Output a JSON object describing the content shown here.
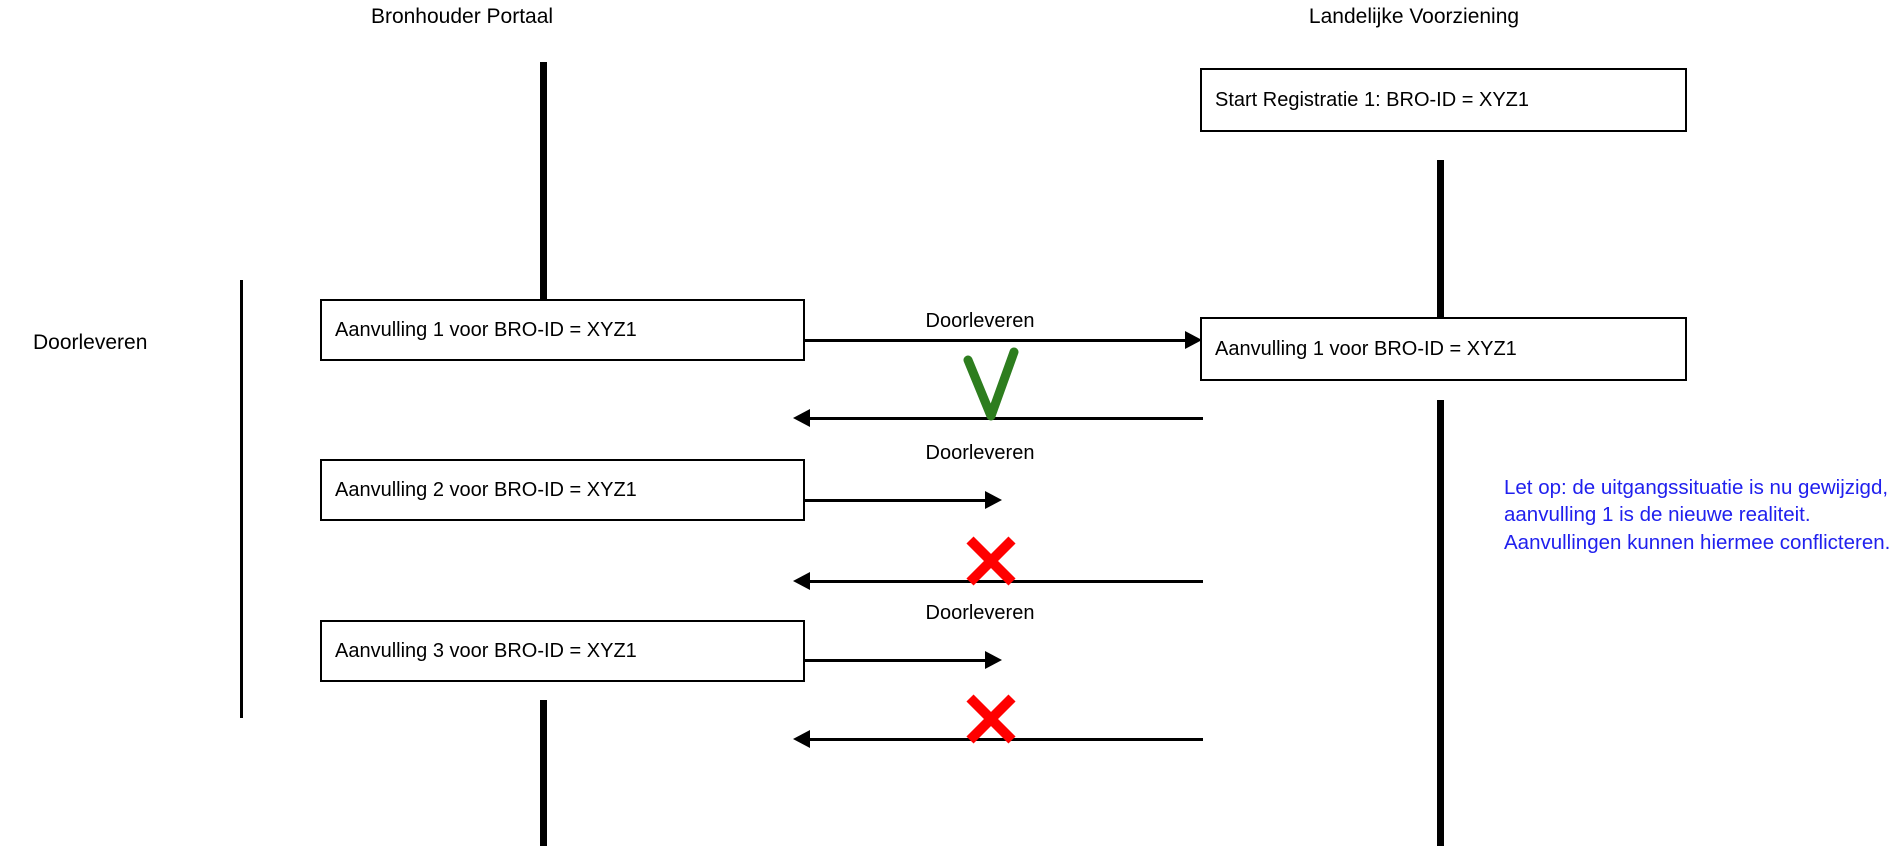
{
  "diagram": {
    "type": "sequence-diagram",
    "title_visible": false,
    "colors": {
      "stroke": "#000000",
      "background": "#ffffff",
      "ok_mark": "#2d7d1e",
      "fail_mark": "#ff0000",
      "note_text": "#2020ee"
    },
    "lanes": [
      {
        "id": "bronhouder",
        "title": "Bronhouder Portaal"
      },
      {
        "id": "landelijke",
        "title": "Landelijke Voorziening"
      }
    ],
    "group": {
      "label": "Doorleveren"
    },
    "boxes": [
      {
        "id": "start-registratie",
        "lane": "landelijke",
        "text": "Start Registratie 1: BRO-ID = XYZ1"
      },
      {
        "id": "aanvulling-1-left",
        "lane": "bronhouder",
        "text": "Aanvulling 1 voor BRO-ID = XYZ1"
      },
      {
        "id": "aanvulling-1-right",
        "lane": "landelijke",
        "text": "Aanvulling 1 voor BRO-ID = XYZ1"
      },
      {
        "id": "aanvulling-2-left",
        "lane": "bronhouder",
        "text": "Aanvulling 2 voor BRO-ID = XYZ1"
      },
      {
        "id": "aanvulling-3-left",
        "lane": "bronhouder",
        "text": "Aanvulling 3 voor BRO-ID = XYZ1"
      }
    ],
    "messages": [
      {
        "id": "msg-1",
        "direction": "right",
        "label": "Doorleveren",
        "result": "ok"
      },
      {
        "id": "msg-2",
        "direction": "right",
        "label": "Doorleveren",
        "result": "fail"
      },
      {
        "id": "msg-3",
        "direction": "right",
        "label": "Doorleveren",
        "result": "fail"
      }
    ],
    "returns": [
      {
        "id": "return-1",
        "direction": "left",
        "mark": "check"
      },
      {
        "id": "return-2",
        "direction": "left",
        "mark": "cross"
      },
      {
        "id": "return-3",
        "direction": "left",
        "mark": "cross"
      }
    ],
    "note": {
      "text": "Let op: de uitgangssituatie is nu gewijzigd, aanvulling 1 is de nieuwe realiteit. Aanvullingen kunnen hiermee conflicteren."
    }
  }
}
